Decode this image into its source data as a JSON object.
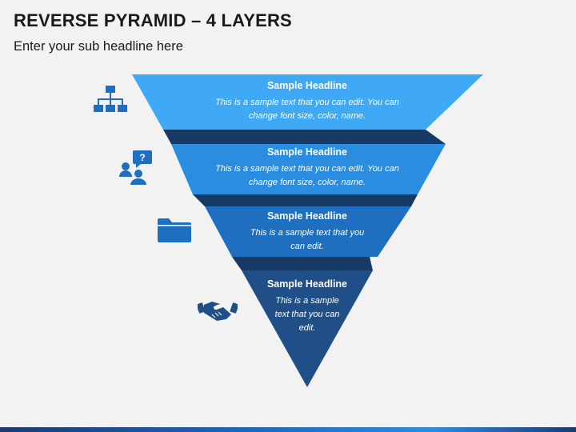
{
  "title": "REVERSE PYRAMID – 4 LAYERS",
  "subtitle": "Enter your sub headline here",
  "layers": [
    {
      "headline": "Sample Headline",
      "body": "This is a sample text that you can edit. You can change font size, color, name.",
      "icon": "org-chart-icon",
      "color": "#3fa9f5"
    },
    {
      "headline": "Sample Headline",
      "body": "This is a sample text that you can edit. You can change font size, color, name.",
      "icon": "people-question-icon",
      "color": "#2a8de0"
    },
    {
      "headline": "Sample Headline",
      "body": "This is a sample text that you can edit.",
      "icon": "folder-icon",
      "color": "#1f6fc0"
    },
    {
      "headline": "Sample Headline",
      "body": "This is a sample text that you can edit.",
      "icon": "handshake-icon",
      "color": "#1f4f86"
    }
  ],
  "colors": {
    "icon": "#1f6fc0",
    "shadow": "#163a63"
  }
}
